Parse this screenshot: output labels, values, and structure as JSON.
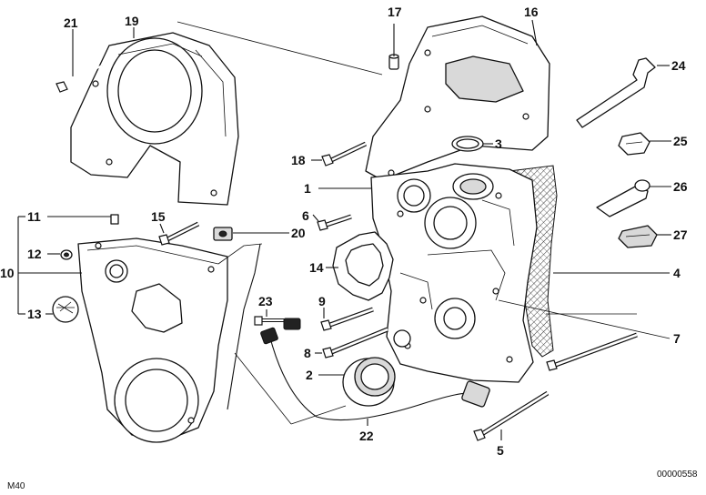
{
  "callouts": {
    "c1": "1",
    "c2": "2",
    "c3": "3",
    "c4": "4",
    "c5": "5",
    "c6": "6",
    "c7": "7",
    "c8": "8",
    "c9": "9",
    "c10": "10",
    "c11": "11",
    "c12": "12",
    "c13": "13",
    "c14": "14",
    "c15": "15",
    "c16": "16",
    "c17": "17",
    "c18": "18",
    "c19": "19",
    "c20": "20",
    "c21": "21",
    "c22": "22",
    "c23": "23",
    "c24": "24",
    "c25": "25",
    "c26": "26",
    "c27": "27"
  },
  "footer": {
    "model": "M40",
    "diagram_number": "00000558"
  }
}
